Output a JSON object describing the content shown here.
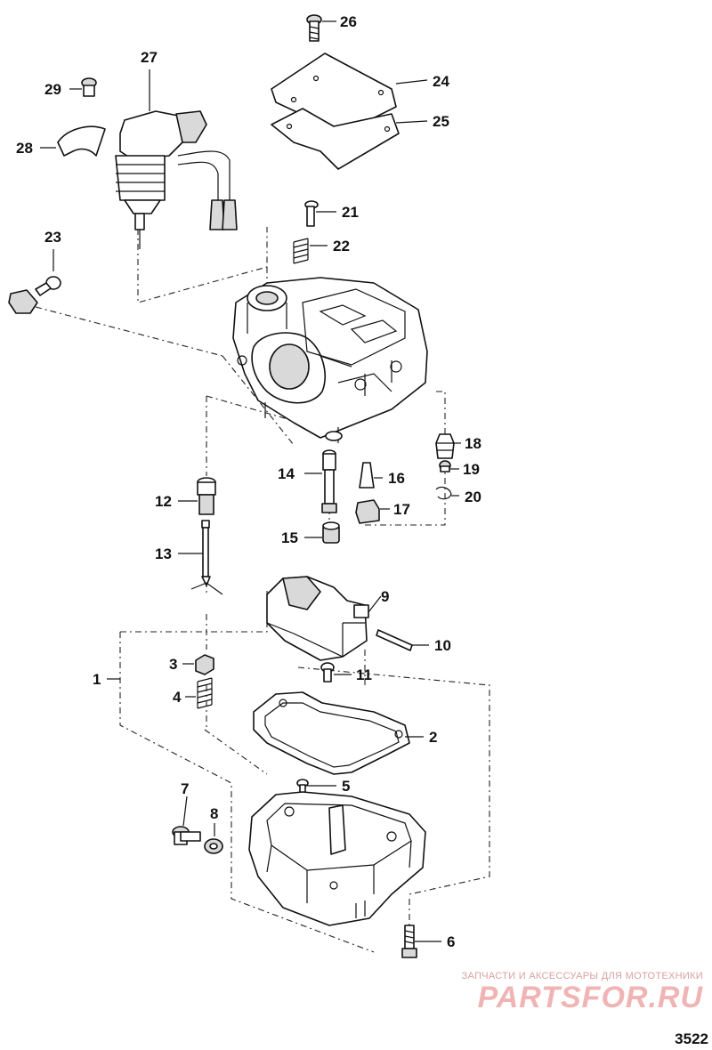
{
  "callouts": [
    {
      "id": "c1",
      "label": "1"
    },
    {
      "id": "c2",
      "label": "2"
    },
    {
      "id": "c3",
      "label": "3"
    },
    {
      "id": "c4",
      "label": "4"
    },
    {
      "id": "c5",
      "label": "5"
    },
    {
      "id": "c6",
      "label": "6"
    },
    {
      "id": "c7",
      "label": "7"
    },
    {
      "id": "c8",
      "label": "8"
    },
    {
      "id": "c9",
      "label": "9"
    },
    {
      "id": "c10",
      "label": "10"
    },
    {
      "id": "c11",
      "label": "11"
    },
    {
      "id": "c12",
      "label": "12"
    },
    {
      "id": "c13",
      "label": "13"
    },
    {
      "id": "c14",
      "label": "14"
    },
    {
      "id": "c15",
      "label": "15"
    },
    {
      "id": "c16",
      "label": "16"
    },
    {
      "id": "c17",
      "label": "17"
    },
    {
      "id": "c18",
      "label": "18"
    },
    {
      "id": "c19",
      "label": "19"
    },
    {
      "id": "c20",
      "label": "20"
    },
    {
      "id": "c21",
      "label": "21"
    },
    {
      "id": "c22",
      "label": "22"
    },
    {
      "id": "c23",
      "label": "23"
    },
    {
      "id": "c24",
      "label": "24"
    },
    {
      "id": "c25",
      "label": "25"
    },
    {
      "id": "c26",
      "label": "26"
    },
    {
      "id": "c27",
      "label": "27"
    },
    {
      "id": "c28",
      "label": "28"
    },
    {
      "id": "c29",
      "label": "29"
    }
  ],
  "watermark": {
    "tagline": "ЗАПЧАСТИ И АКСЕССУАРЫ ДЛЯ МОТОТЕХНИКИ",
    "brand": "PARTSFOR.RU",
    "color": "#f0b4b4"
  },
  "figure_number": "3522"
}
